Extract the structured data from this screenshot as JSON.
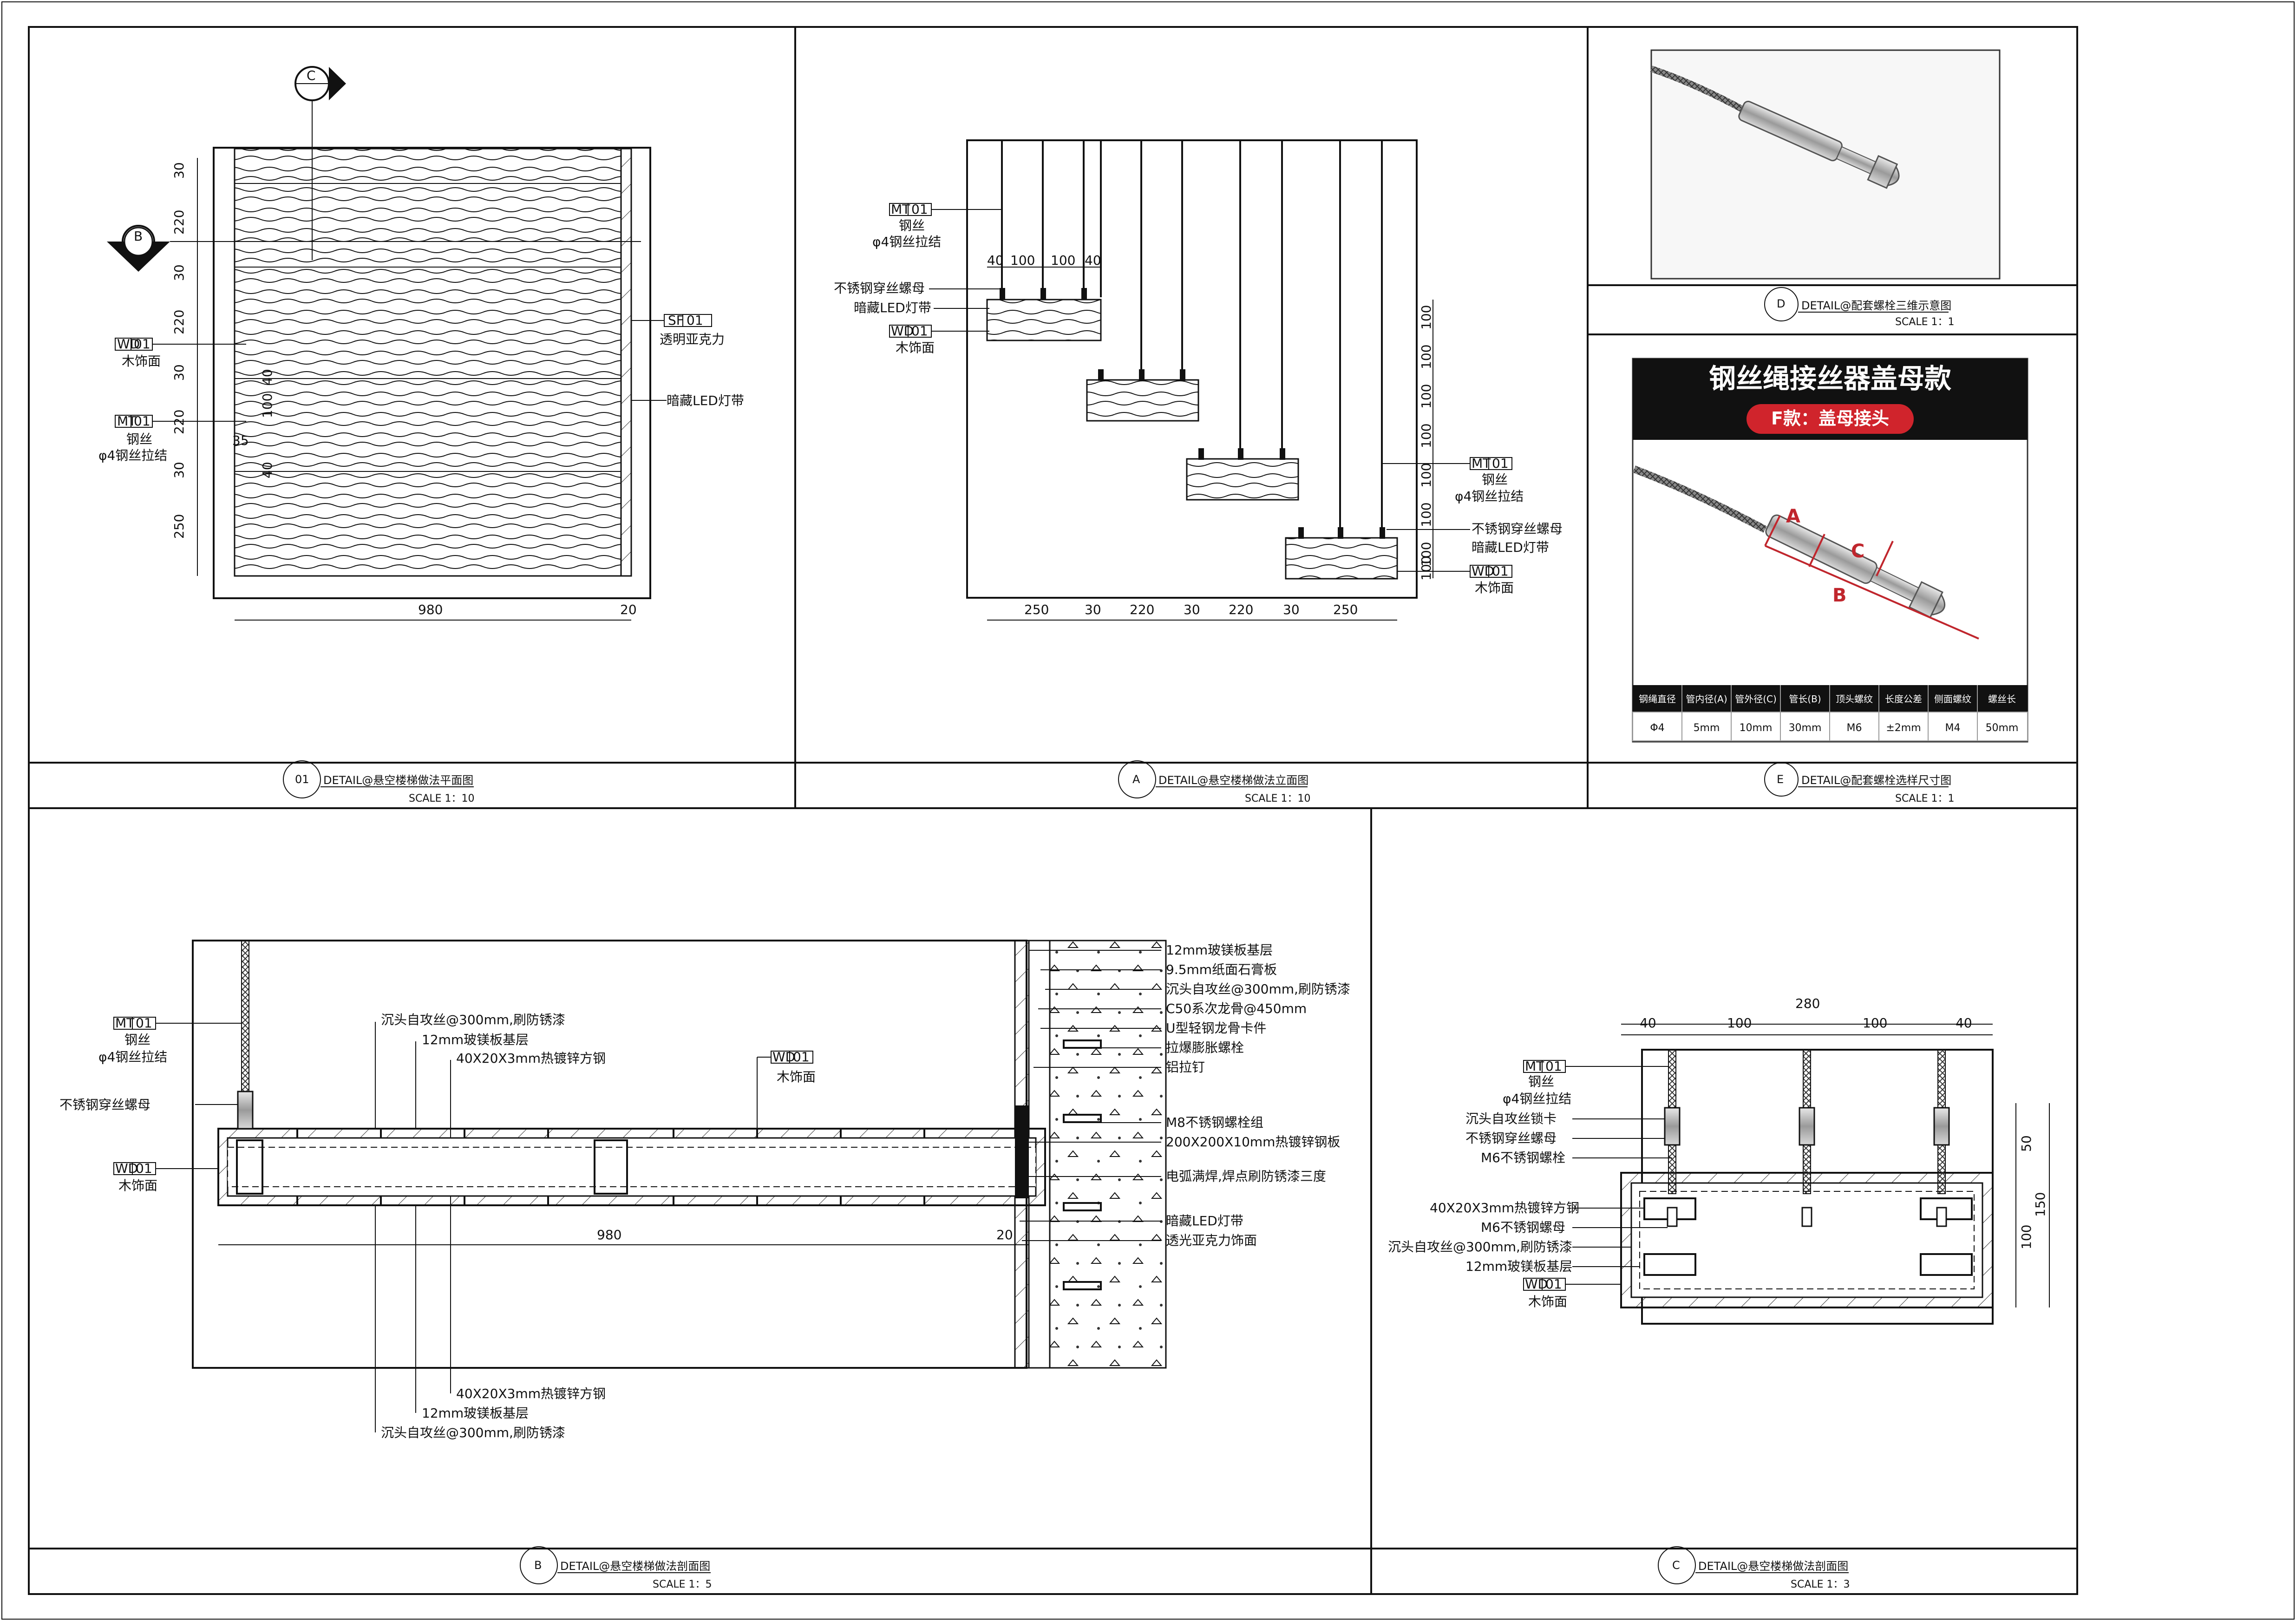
{
  "panels": {
    "plan": {
      "title": "DETAIL@悬空楼梯做法平面图",
      "scale": "SCALE 1：10",
      "num": "01",
      "labels": {
        "wd_code": "WD",
        "wd_num": "01",
        "wd_text": "木饰面",
        "mt_code": "MT",
        "mt_num": "01",
        "mt_text1": "钢丝",
        "mt_text2": "φ4钢丝拉结",
        "sf_code": "SF",
        "sf_num": "01",
        "sf_text": "透明亚克力",
        "led": "暗藏LED灯带",
        "sec_b": "B",
        "sec_c": "C"
      },
      "dims_left": [
        "30",
        "220",
        "30",
        "220",
        "30",
        "220",
        "30",
        "250"
      ],
      "dims_inner": [
        "40",
        "100",
        "35",
        "40"
      ],
      "dims_bottom": [
        "980",
        "20"
      ]
    },
    "elevation": {
      "title": "DETAIL@悬空楼梯做法立面图",
      "scale": "SCALE 1：10",
      "num": "A",
      "labels": {
        "mt_code": "MT",
        "mt_num": "01",
        "mt_text1": "钢丝",
        "mt_text2": "φ4钢丝拉结",
        "nut": "不锈钢穿丝螺母",
        "led": "暗藏LED灯带",
        "wd_code": "WD",
        "wd_num": "01",
        "wd_text": "木饰面"
      },
      "dims_top": [
        "40",
        "100",
        "100",
        "40"
      ],
      "dims_right": [
        "100",
        "100",
        "100",
        "100",
        "100",
        "100",
        "100",
        "100"
      ],
      "dims_bottom": [
        "250",
        "30",
        "220",
        "30",
        "220",
        "30",
        "250"
      ]
    },
    "photo3d": {
      "title": "DETAIL@配套螺栓三维示意图",
      "scale": "SCALE 1：1",
      "num": "D"
    },
    "spec": {
      "title": "DETAIL@配套螺栓选样尺寸图",
      "scale": "SCALE 1：1",
      "num": "E",
      "banner": "钢丝绳接丝器盖母款",
      "badge": "F款：盖母接头",
      "letters": [
        "A",
        "C",
        "B"
      ],
      "table_headers": [
        "钢绳直径",
        "管内径(A)",
        "管外径(C)",
        "管长(B)",
        "顶头螺纹",
        "长度公差",
        "侧面螺纹",
        "螺丝长"
      ],
      "table_values": [
        "Φ4",
        "5mm",
        "10mm",
        "30mm",
        "M6",
        "±2mm",
        "M4",
        "50mm"
      ]
    },
    "section_b": {
      "title": "DETAIL@悬空楼梯做法剖面图",
      "scale": "SCALE 1：5",
      "num": "B",
      "labels": {
        "mt_code": "MT",
        "mt_num": "01",
        "mt_text1": "钢丝",
        "mt_text2": "φ4钢丝拉结",
        "nut": "不锈钢穿丝螺母",
        "wd_code": "WD",
        "wd_num": "01",
        "wd_text": "木饰面",
        "screw": "沉头自攻丝@300mm,刷防锈漆",
        "board": "12mm玻镁板基层",
        "steel": "40X20X3mm热镀锌方钢",
        "wd2_code": "WD",
        "wd2_num": "01",
        "wd2_text": "木饰面"
      },
      "right_labels": [
        "12mm玻镁板基层",
        "9.5mm纸面石膏板",
        "沉头自攻丝@300mm,刷防锈漆",
        "C50系次龙骨@450mm",
        "U型轻钢龙骨卡件",
        "拉爆膨胀螺栓",
        "铝拉钉",
        "M8不锈钢螺栓组",
        "200X200X10mm热镀锌钢板",
        "电弧满焊,焊点刷防锈漆三度",
        "暗藏LED灯带",
        "透光亚克力饰面"
      ],
      "bottom_labels": [
        "40X20X3mm热镀锌方钢",
        "12mm玻镁板基层",
        "沉头自攻丝@300mm,刷防锈漆"
      ],
      "dims": [
        "980",
        "20"
      ]
    },
    "section_c": {
      "title": "DETAIL@悬空楼梯做法剖面图",
      "scale": "SCALE 1：3",
      "num": "C",
      "dims_top": [
        "280",
        "40",
        "100",
        "100",
        "40"
      ],
      "dims_right": [
        "50",
        "150",
        "100"
      ],
      "labels": {
        "mt_code": "MT",
        "mt_num": "01",
        "mt_text1": "钢丝",
        "mt_text2": "φ4钢丝拉结",
        "wd_code": "WD",
        "wd_num": "01",
        "wd_text": "木饰面"
      },
      "left_labels": [
        "沉头自攻丝锁卡",
        "不锈钢穿丝螺母",
        "M6不锈钢螺栓",
        "40X20X3mm热镀锌方钢",
        "M6不锈钢螺母",
        "沉头自攻丝@300mm,刷防锈漆",
        "12mm玻镁板基层"
      ]
    }
  }
}
